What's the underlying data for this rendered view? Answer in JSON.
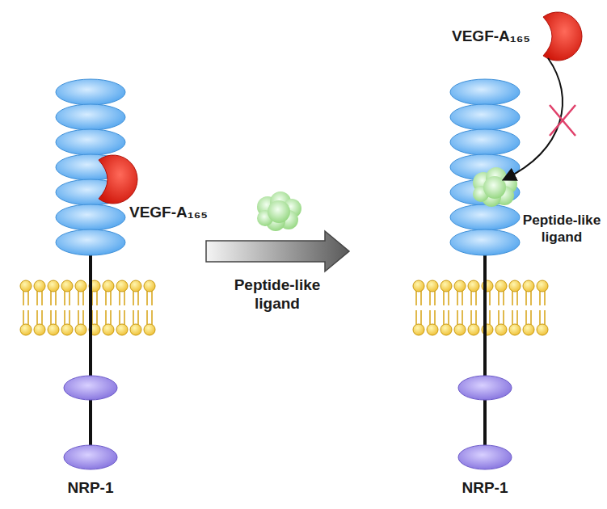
{
  "diagram": {
    "labels": [
      "VEGF-A₁₆₅",
      "Peptide-like ligand",
      "NRP-1",
      "VEGF-A₁₆₅",
      "Peptide-like ligand",
      "NRP-1"
    ]
  }
}
